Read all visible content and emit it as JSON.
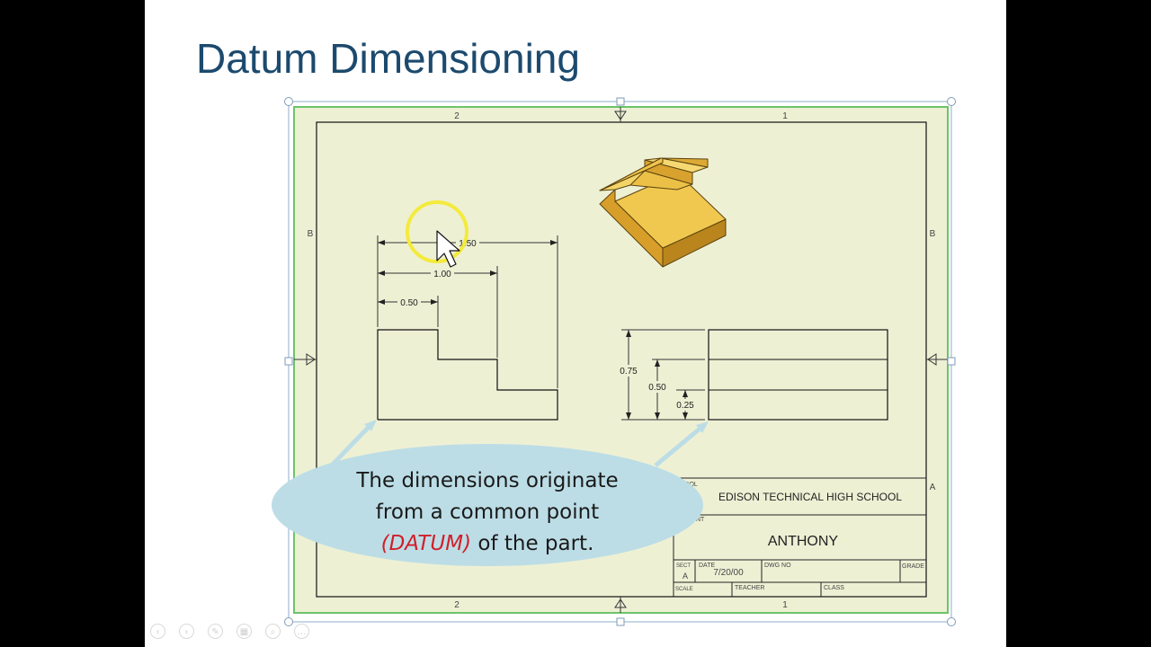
{
  "slide": {
    "title": "Datum Dimensioning",
    "callout": {
      "line1": "The dimensions originate",
      "line2": "from a common point",
      "datum": "(DATUM)",
      "line3_rest": " of the part."
    },
    "toolbar": [
      {
        "icon": "previous-slide-icon",
        "glyph": "‹"
      },
      {
        "icon": "next-slide-icon",
        "glyph": "›"
      },
      {
        "icon": "pen-icon",
        "glyph": "✎"
      },
      {
        "icon": "see-all-slides-icon",
        "glyph": "▦"
      },
      {
        "icon": "zoom-icon",
        "glyph": "⌕"
      },
      {
        "icon": "more-options-icon",
        "glyph": "…"
      }
    ]
  },
  "drawing": {
    "zone_top_left": "2",
    "zone_top_right": "1",
    "zone_bottom_left": "2",
    "zone_bottom_right": "1",
    "row_left": "B",
    "row_right_b": "B",
    "row_right_a": "A",
    "dims_front": [
      "1.50",
      "1.00",
      "0.50"
    ],
    "dims_side": [
      "0.75",
      "0.50",
      "0.25"
    ],
    "title_block": {
      "school_label": "OOL",
      "school": "EDISON TECHNICAL HIGH SCHOOL",
      "student_label": "NT",
      "student": "ANTHONY",
      "sect_label": "SECT",
      "sect_value": "A",
      "date_label": "DATE",
      "date_value": "7/20/00",
      "dwg_no_label": "DWG NO",
      "grade_label": "GRADE",
      "scale_label": "SCALE",
      "teacher_label": "TEACHER",
      "class_label": "CLASS"
    }
  },
  "colors": {
    "title": "#1c4a6e",
    "sheet_background": "#eef0d4",
    "callout_fill": "#bcdde6",
    "datum_text": "#d01f2a",
    "block_face": "#f1c84f",
    "cursor_highlight": "#f4ea3c"
  }
}
